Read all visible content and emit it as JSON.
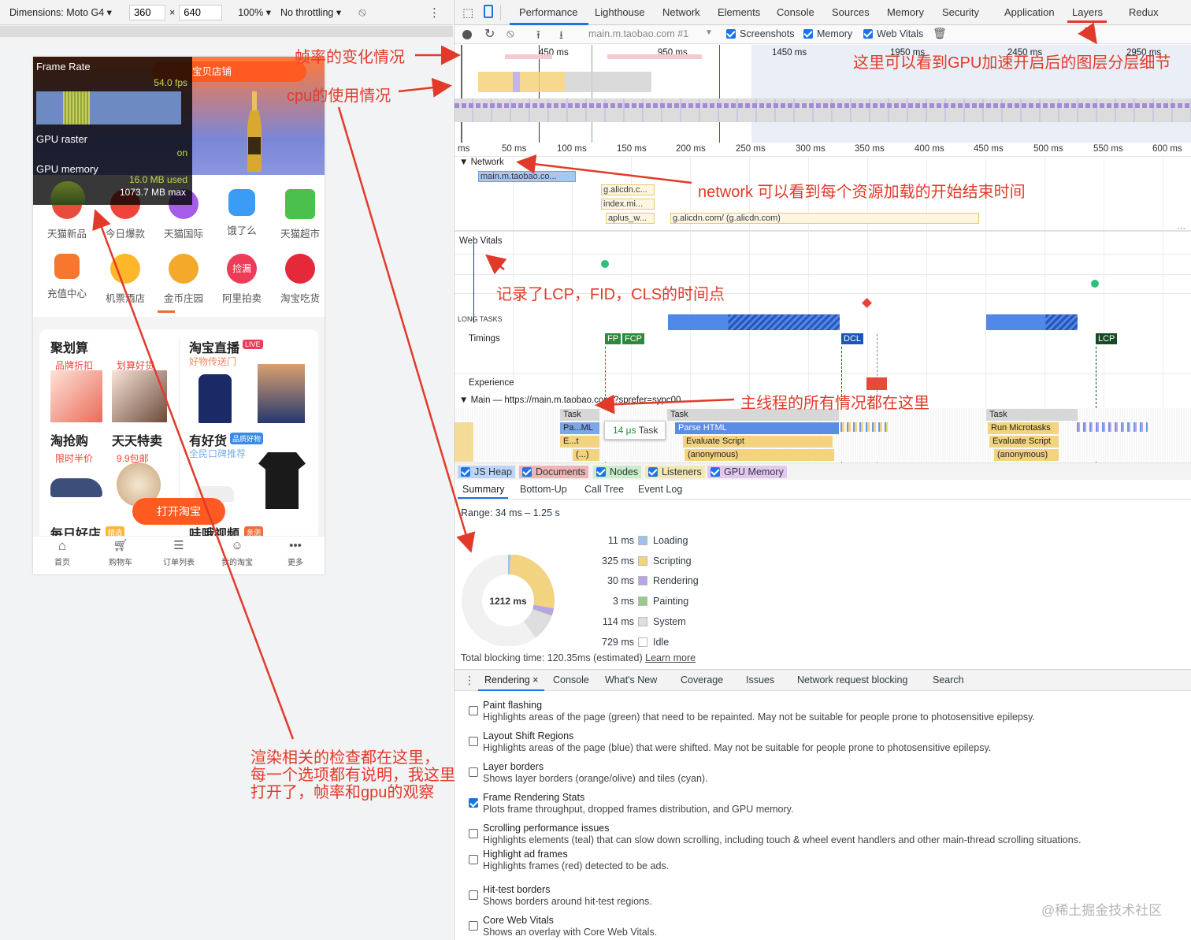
{
  "device_toolbar": {
    "dimensions_label": "Dimensions: Moto G4",
    "width": "360",
    "times": "×",
    "height": "640",
    "zoom": "100%",
    "throttling": "No throttling"
  },
  "fps_meter": {
    "frame_rate_label": "Frame Rate",
    "fps": "54.0 fps",
    "gpu_raster_label": "GPU raster",
    "gpu_raster_value": "on",
    "gpu_memory_label": "GPU memory",
    "used": "16.0 MB used",
    "max": "1073.7 MB max"
  },
  "phone": {
    "store_banner": "宝贝店铺",
    "categories_row1": [
      "天猫新品",
      "今日爆款",
      "天猫国际",
      "饿了么",
      "天猫超市"
    ],
    "categories_row2": [
      "充值中心",
      "机票酒店",
      "金币庄园",
      "阿里拍卖",
      "淘宝吃货"
    ],
    "icon_labels": {
      "pickup": "捡漏"
    },
    "sections": {
      "juhuasuan": {
        "title": "聚划算",
        "tag1": "品牌折扣",
        "tag2": "划算好货"
      },
      "taobao_live": {
        "title": "淘宝直播",
        "badge": "LIVE",
        "sub": "好物传送门"
      },
      "taoqianggou": {
        "title": "淘抢购",
        "sub": "限时半价"
      },
      "tiantian": {
        "title": "天天特卖",
        "sub": "9.9包邮"
      },
      "youhaohuo": {
        "title": "有好货",
        "badge": "品质好物",
        "sub": "全民口碑推荐"
      },
      "meirihaodian": {
        "title": "每日好店",
        "badge": "精选"
      },
      "waohshipin": {
        "title": "哇哦视频",
        "badge": "亲测"
      }
    },
    "open_taobao": "打开淘宝",
    "bottom_nav": [
      "首页",
      "购物车",
      "订单列表",
      "我的淘宝",
      "更多"
    ]
  },
  "devtools": {
    "tabs": [
      "Performance",
      "Lighthouse",
      "Network",
      "Elements",
      "Console",
      "Sources",
      "Memory",
      "Security",
      "Application",
      "Layers",
      "Redux"
    ],
    "active_tab": "Performance",
    "recording": "main.m.taobao.com #1",
    "checkboxes": {
      "screenshots": "Screenshots",
      "memory": "Memory",
      "web_vitals": "Web Vitals"
    },
    "overview_ticks": [
      "450 ms",
      "950 ms",
      "1450 ms",
      "1950 ms",
      "2450 ms",
      "2950 ms"
    ],
    "ruler_ticks": [
      "ms",
      "50 ms",
      "100 ms",
      "150 ms",
      "200 ms",
      "250 ms",
      "300 ms",
      "350 ms",
      "400 ms",
      "450 ms",
      "500 ms",
      "550 ms",
      "600 ms"
    ],
    "network": {
      "label": "Network",
      "requests": [
        "main.m.taobao.co...",
        "g.alicdn.c...",
        "index.mi...",
        "aplus_w...",
        "g.alicdn.com/ (g.alicdn.com)"
      ]
    },
    "web_vitals_label": "Web Vitals",
    "long_tasks_label": "LONG TASKS",
    "timings_label": "Timings",
    "timing_markers": {
      "fp": "FP",
      "fcp": "FCP",
      "dcl": "DCL",
      "lcp": "LCP"
    },
    "experience_label": "Experience",
    "main_label": "Main — https://main.m.taobao.com/?sprefer=sypc00",
    "flame": {
      "task": "Task",
      "parse_ml": "Pa...ML",
      "et": "E...t",
      "anon_short": "(...)",
      "tooltip_time": "14 μs",
      "tooltip_label": "Task",
      "parse_html": "Parse HTML",
      "evaluate_script": "Evaluate Script",
      "anonymous": "(anonymous)",
      "run_microtasks": "Run Microtasks"
    },
    "counters": [
      "JS Heap",
      "Documents",
      "Nodes",
      "Listeners",
      "GPU Memory"
    ],
    "bottom_tabs": [
      "Summary",
      "Bottom-Up",
      "Call Tree",
      "Event Log"
    ],
    "summary": {
      "range": "Range: 34 ms – 1.25 s",
      "total": "1212 ms",
      "rows": [
        {
          "value": "11 ms",
          "label": "Loading",
          "color": "#9fc1ee"
        },
        {
          "value": "325 ms",
          "label": "Scripting",
          "color": "#f2d37f"
        },
        {
          "value": "30 ms",
          "label": "Rendering",
          "color": "#b7a4e6"
        },
        {
          "value": "3 ms",
          "label": "Painting",
          "color": "#98c986"
        },
        {
          "value": "114 ms",
          "label": "System",
          "color": "#dedede"
        },
        {
          "value": "729 ms",
          "label": "Idle",
          "color": "#ffffff"
        }
      ],
      "total_blocking": "Total blocking time: 120.35ms (estimated)",
      "learn_more": "Learn more"
    },
    "drawer_tabs": [
      "Rendering",
      "Console",
      "What's New",
      "Coverage",
      "Issues",
      "Network request blocking",
      "Search"
    ],
    "rendering_options": [
      {
        "title": "Paint flashing",
        "desc": "Highlights areas of the page (green) that need to be repainted. May not be suitable for people prone to photosensitive epilepsy.",
        "checked": false
      },
      {
        "title": "Layout Shift Regions",
        "desc": "Highlights areas of the page (blue) that were shifted. May not be suitable for people prone to photosensitive epilepsy.",
        "checked": false
      },
      {
        "title": "Layer borders",
        "desc": "Shows layer borders (orange/olive) and tiles (cyan).",
        "checked": false
      },
      {
        "title": "Frame Rendering Stats",
        "desc": "Plots frame throughput, dropped frames distribution, and GPU memory.",
        "checked": true
      },
      {
        "title": "Scrolling performance issues",
        "desc": "Highlights elements (teal) that can slow down scrolling, including touch & wheel event handlers and other main-thread scrolling situations.",
        "checked": false
      },
      {
        "title": "Highlight ad frames",
        "desc": "Highlights frames (red) detected to be ads.",
        "checked": false
      },
      {
        "title": "Hit-test borders",
        "desc": "Shows borders around hit-test regions.",
        "checked": false
      },
      {
        "title": "Core Web Vitals",
        "desc": "Shows an overlay with Core Web Vitals.",
        "checked": false
      }
    ]
  },
  "annotations": {
    "frame_rate": "帧率的变化情况",
    "cpu": "cpu的使用情况",
    "layers": "这里可以看到GPU加速开启后的图层分层细节",
    "network": "network 可以看到每个资源加载的开始结束时间",
    "web_vitals": "记录了LCP，FID，CLS的时间点",
    "main": "主线程的所有情况都在这里",
    "rendering_line1": "渲染相关的检查都在这里，",
    "rendering_line2": "每一个选项都有说明，我这里",
    "rendering_line3": "打开了，帧率和gpu的观察"
  },
  "watermark": "@稀土掘金技术社区",
  "accent_color": "#e23a2a"
}
